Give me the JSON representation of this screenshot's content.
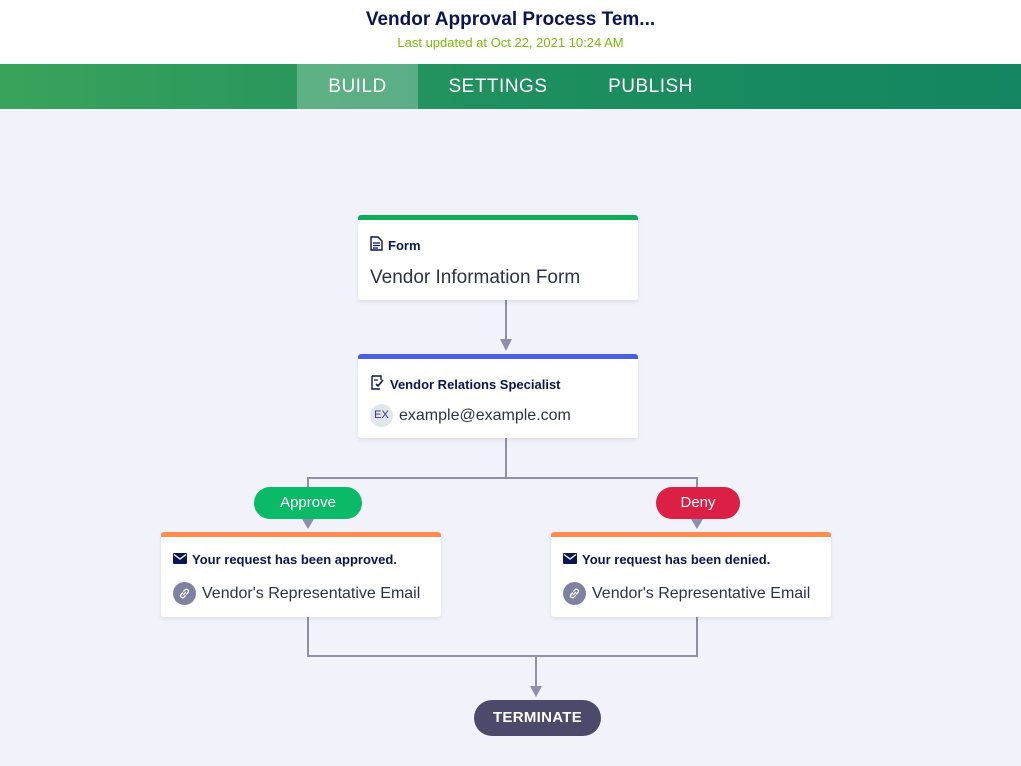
{
  "header": {
    "title": "Vendor Approval Process Tem...",
    "last_updated": "Last updated at Oct 22, 2021 10:24 AM"
  },
  "nav": {
    "tabs": [
      {
        "label": "BUILD",
        "active": true
      },
      {
        "label": "SETTINGS",
        "active": false
      },
      {
        "label": "PUBLISH",
        "active": false
      }
    ]
  },
  "flow": {
    "form_node": {
      "type_label": "Form",
      "name": "Vendor Information Form",
      "accent": "#0dac57",
      "icon": "form-icon"
    },
    "approval_node": {
      "title": "Vendor Relations Specialist",
      "assignee_initials": "EX",
      "assignee_email": "example@example.com",
      "accent": "#4a5fe3",
      "icon": "approval-icon"
    },
    "approve_branch": {
      "label": "Approve",
      "color": "#0aba67"
    },
    "deny_branch": {
      "label": "Deny",
      "color": "#dc1f44"
    },
    "approved_email_node": {
      "title": "Your request has been approved.",
      "recipient": "Vendor's Representative Email",
      "accent": "#ff8b4d",
      "icon": "envelope-icon"
    },
    "denied_email_node": {
      "title": "Your request has been denied.",
      "recipient": "Vendor's Representative Email",
      "accent": "#ff8b4d",
      "icon": "envelope-icon"
    },
    "terminate_label": "TERMINATE"
  }
}
